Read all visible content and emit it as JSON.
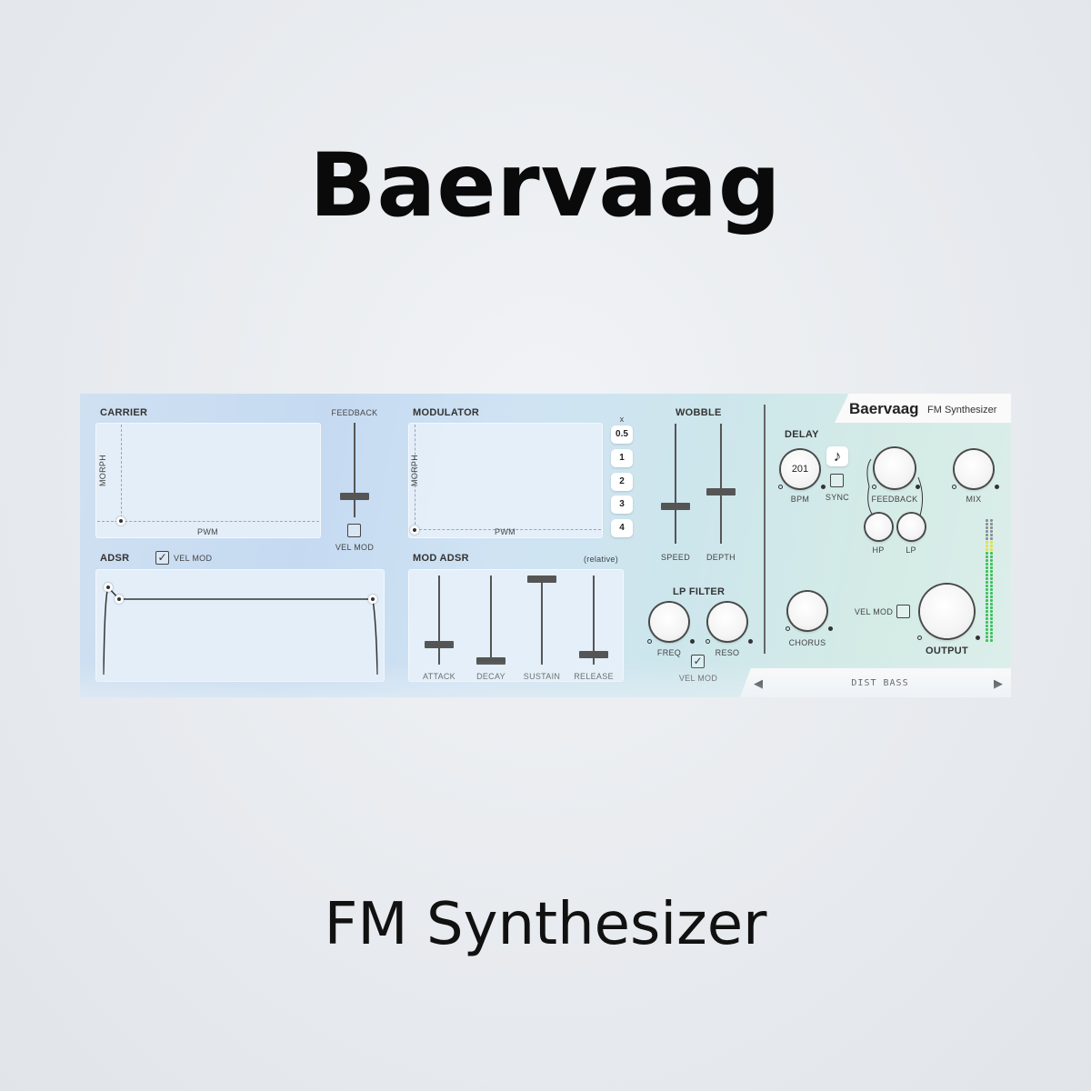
{
  "hero": {
    "title": "Baervaag",
    "subtitle": "FM Synthesizer"
  },
  "plugin": {
    "brand": "Baervaag",
    "brand_sub": "FM Synthesizer",
    "carrier": {
      "label": "CARRIER",
      "y_axis": "MORPH",
      "x_axis": "PWM"
    },
    "feedback": {
      "label": "FEEDBACK",
      "velmod": "VEL MOD",
      "value": 0.22,
      "velmod_checked": false
    },
    "modulator": {
      "label": "MODULATOR",
      "y_axis": "MORPH",
      "x_axis": "PWM"
    },
    "multiplier": {
      "label": "x",
      "options": [
        "0.5",
        "1",
        "2",
        "3",
        "4"
      ]
    },
    "adsr": {
      "label": "ADSR",
      "velmod": "VEL MOD",
      "velmod_check": "✓"
    },
    "mod_adsr": {
      "label": "MOD ADSR",
      "note": "(relative)",
      "sliders": [
        {
          "label": "ATTACK",
          "value": 0.2
        },
        {
          "label": "DECAY",
          "value": 0.0
        },
        {
          "label": "SUSTAIN",
          "value": 1.0
        },
        {
          "label": "RELEASE",
          "value": 0.08
        }
      ]
    },
    "wobble": {
      "label": "WOBBLE",
      "sliders": [
        {
          "label": "SPEED",
          "value": 0.3
        },
        {
          "label": "DEPTH",
          "value": 0.43
        }
      ]
    },
    "lp_filter": {
      "label": "LP FILTER",
      "freq": "FREQ",
      "reso": "RESO",
      "velmod": "VEL MOD",
      "velmod_check": "✓"
    },
    "delay": {
      "label": "DELAY",
      "bpm_value": "201",
      "bpm": "BPM",
      "sync": "SYNC",
      "note_icon": "♪",
      "feedback": "FEEDBACK",
      "mix": "MIX",
      "hp": "HP",
      "lp": "LP"
    },
    "chorus": {
      "label": "CHORUS"
    },
    "output": {
      "label": "OUTPUT",
      "velmod": "VEL MOD"
    },
    "preset": {
      "name": "DIST BASS"
    }
  }
}
